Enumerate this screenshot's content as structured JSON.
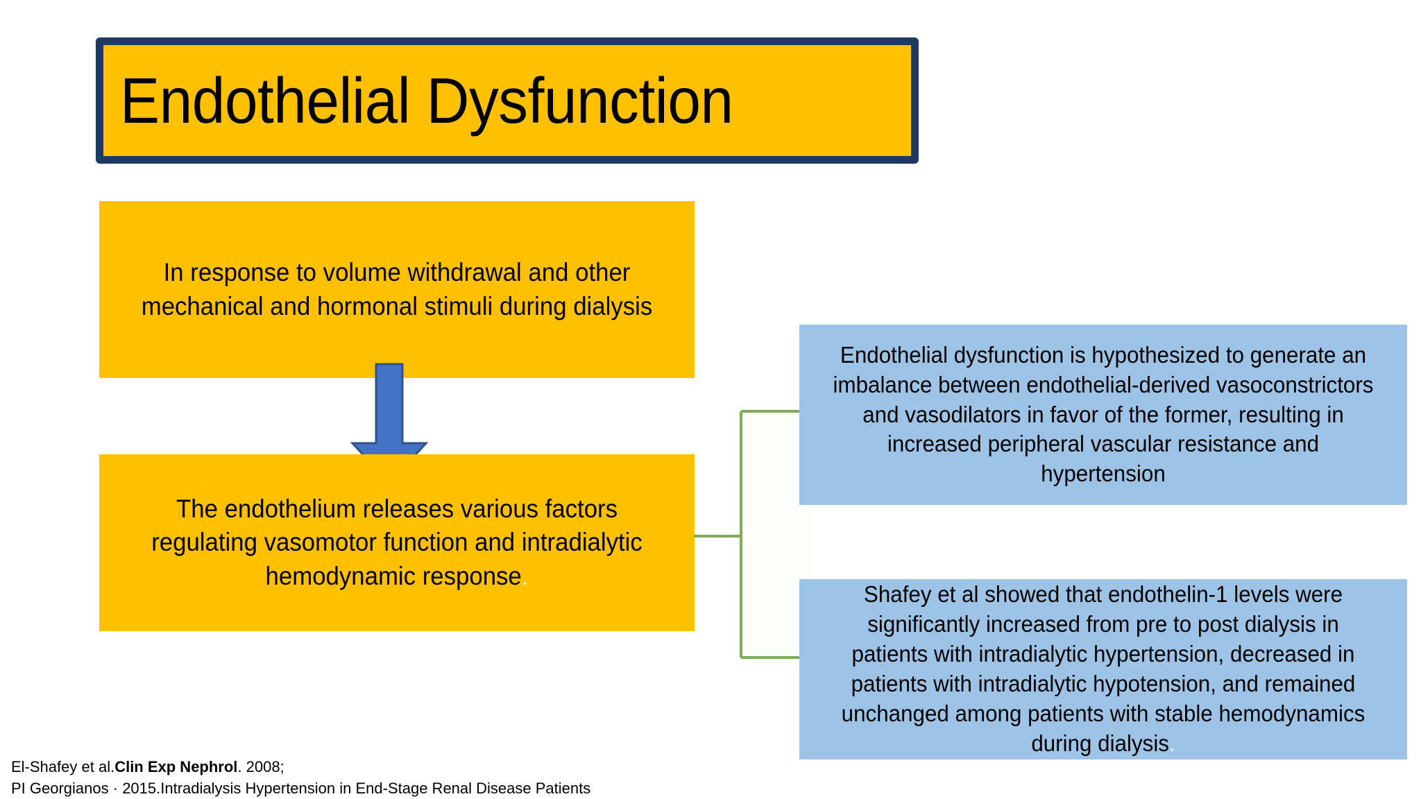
{
  "slide": {
    "title": "Endothelial Dysfunction",
    "colors": {
      "title_fill": "#FFC000",
      "title_border": "#1F3864",
      "process_fill": "#FFC000",
      "detail_fill": "#9DC3E6",
      "arrow_fill": "#4472C4",
      "arrow_outline": "#2F528F",
      "connector_line": "#7FAC58",
      "connector_fill": "#FBFFF7",
      "text": "#000000",
      "background": "#FFFFFF"
    }
  },
  "process_flow": {
    "step_1": {
      "text": "In response to volume withdrawal and other mechanical and hormonal stimuli during dialysis"
    },
    "arrow": {
      "icon": "down-arrow-icon",
      "direction": "down"
    },
    "step_2": {
      "text_main": "The endothelium releases various factors regulating vasomotor function and intradialytic hemodynamic response",
      "trailing_mark": "."
    }
  },
  "detail_boxes": [
    {
      "text": "Endothelial dysfunction is hypothesized to generate an imbalance between endothelial-derived vasoconstrictors and vasodilators in favor of the former, resulting in increased peripheral vascular resistance and hypertension"
    },
    {
      "text_main": "Shafey et al showed that endothelin-1 levels were significantly increased from pre to post dialysis in patients with intradialytic hypertension, decreased in patients with intradialytic hypotension, and remained unchanged among patients with stable hemodynamics during dialysis",
      "trailing_mark": "."
    }
  ],
  "citation": {
    "line1_prefix": "El-Shafey et al.",
    "line1_journal": "Clin Exp Nephrol",
    "line1_suffix": ". 2008;",
    "line2": "PI Georgianos · 2015.Intradialysis Hypertension in End-Stage Renal Disease Patients"
  }
}
